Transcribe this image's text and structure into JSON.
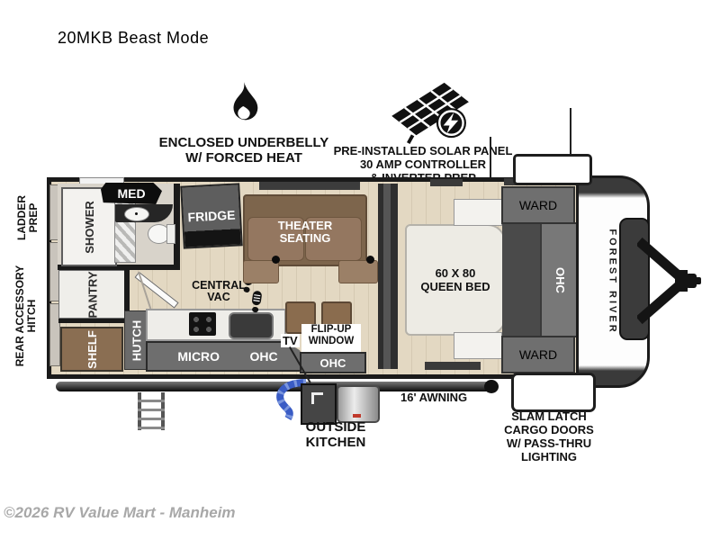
{
  "meta": {
    "title": "20MKB Beast Mode",
    "copyright": "©2026 RV Value Mart - Manheim"
  },
  "features": {
    "underbelly": "ENCLOSED UNDERBELLY\nW/ FORCED HEAT",
    "solar": "PRE-INSTALLED SOLAR PANEL\n30 AMP CONTROLLER\n& INVERTER PREP",
    "awning": "16' AWNING",
    "outside_kitchen": "OUTSIDE\nKITCHEN",
    "cargo_doors": "SLAM LATCH\nCARGO DOORS\nW/ PASS-THRU\nLIGHTING"
  },
  "exterior": {
    "ladder_prep": "LADDER\nPREP",
    "rear_accessory_hitch": "REAR ACCESSORY\nHITCH",
    "brand": "FOREST RIVER"
  },
  "rooms": {
    "med": "MED",
    "shower": "SHOWER",
    "pantry": "PANTRY",
    "shelf": "SHELF",
    "hutch": "HUTCH",
    "fridge": "FRIDGE",
    "theater_seating": "THEATER\nSEATING",
    "central_vac": "CENTRAL\nVAC",
    "micro": "MICRO",
    "ohc_kitchen": "OHC",
    "tv": "TV",
    "flip_up_window": "FLIP-UP\nWINDOW",
    "ohc_exterior": "OHC",
    "queen_bed": "60 X 80\nQUEEN BED",
    "ward_front": "WARD",
    "ohc_bed": "OHC",
    "ward_rear": "WARD"
  },
  "colors": {
    "wall": "#1a1a1a",
    "floor": "#e3d8c2",
    "cabinet": "#6e6e6e",
    "couch": "#8d7257",
    "hose-blue": "#3a5cc5",
    "bed": "#edebe4",
    "copyright-gray": "#a8a8a8"
  }
}
